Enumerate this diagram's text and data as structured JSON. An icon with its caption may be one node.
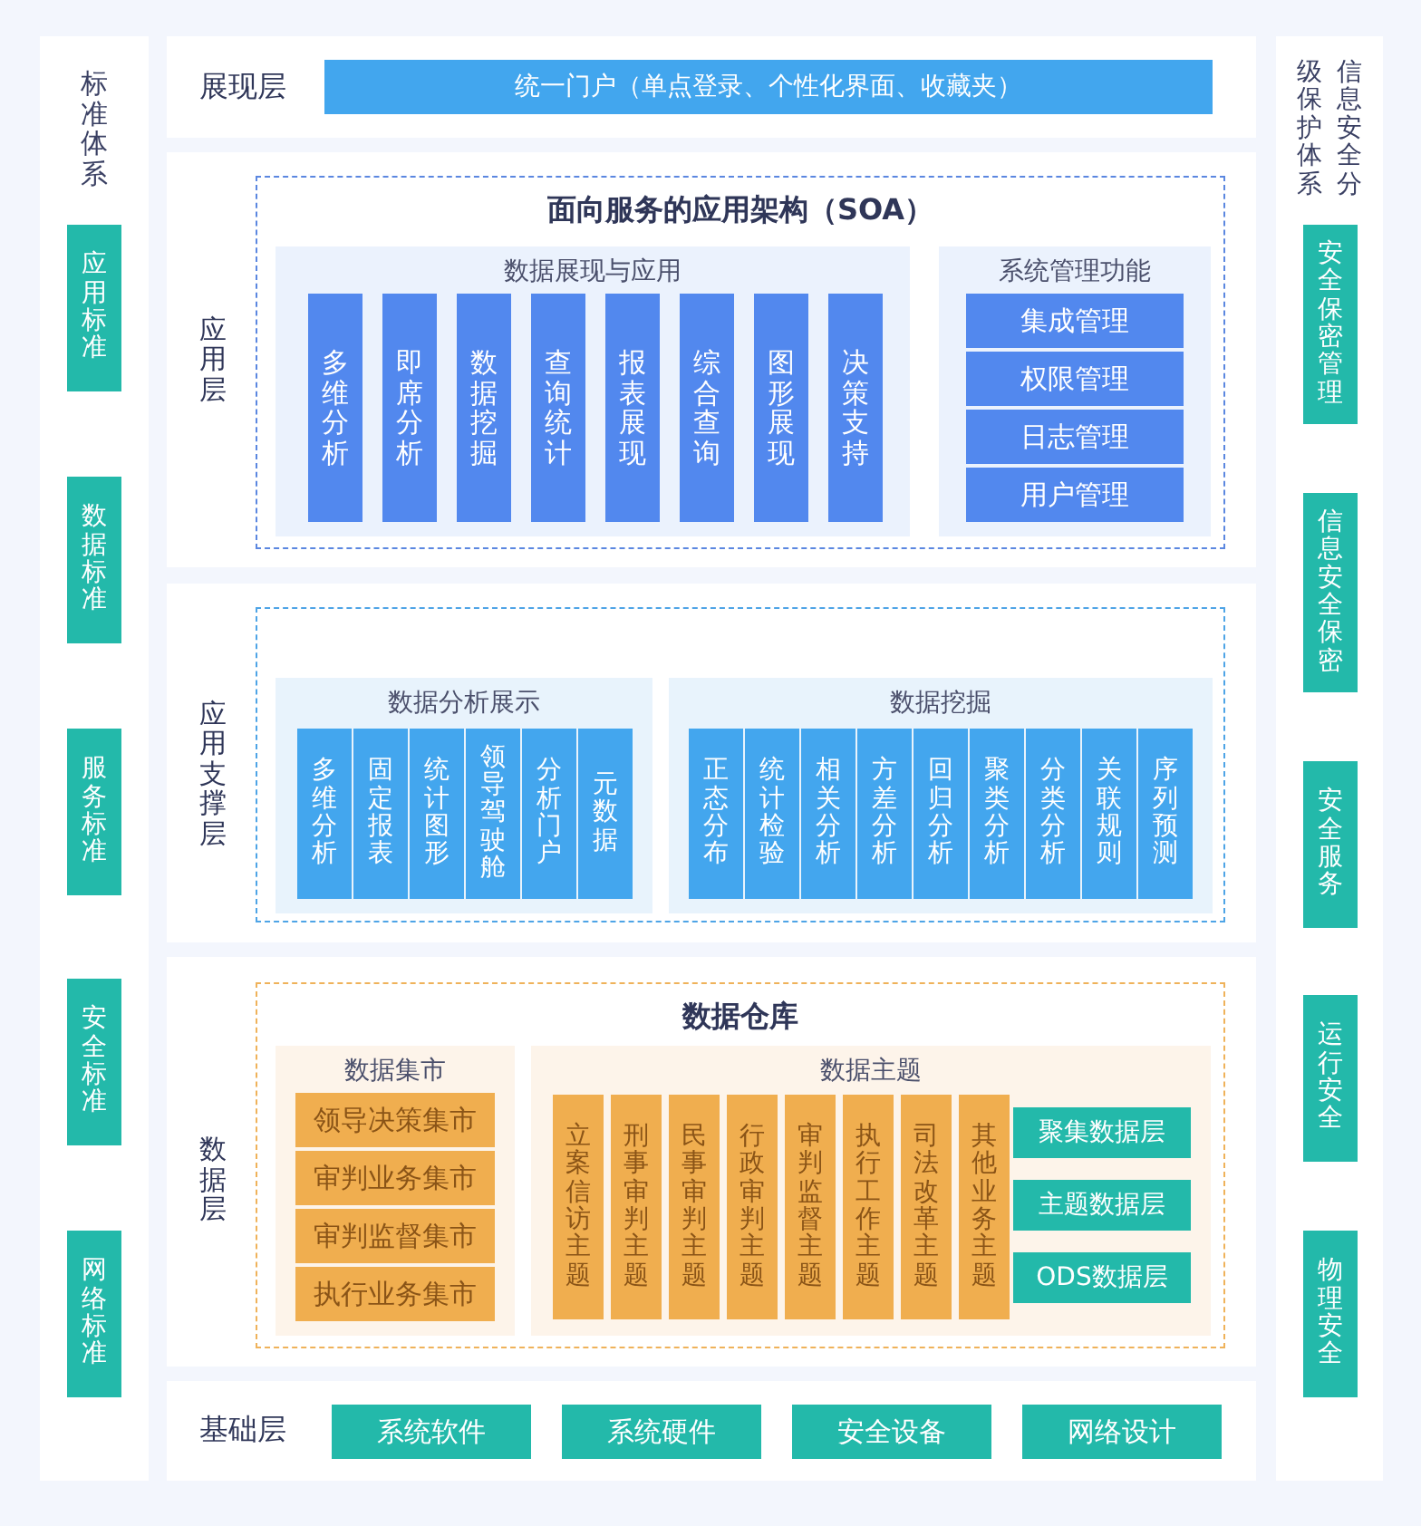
{
  "diagram": {
    "nodes": [
      {
        "text": [
          "标准体系"
        ]
      },
      {
        "text": [
          "应用标准"
        ],
        "in": 0
      },
      {
        "text": [
          "数据标准"
        ],
        "in": 0
      },
      {
        "text": [
          "服务标准"
        ],
        "in": 0
      },
      {
        "text": [
          "安全标准"
        ],
        "in": 0
      },
      {
        "text": [
          "网络标准"
        ],
        "in": 0
      },
      {
        "text": [
          "展现层"
        ]
      },
      {
        "text": [
          "统一门户（单点登录、个性化界面、收藏夹）"
        ],
        "in": 6
      },
      {
        "text": [
          "应用层"
        ]
      },
      {
        "text": [
          "面向服务的应用架构（SOA）"
        ],
        "in": 8
      },
      {
        "text": [
          "数据展现与应用"
        ],
        "in": 9
      },
      {
        "text": [
          "多维分析"
        ],
        "in": 10
      },
      {
        "text": [
          "即席分析"
        ],
        "in": 10
      },
      {
        "text": [
          "数据挖掘"
        ],
        "in": 10
      },
      {
        "text": [
          "查询统计"
        ],
        "in": 10
      },
      {
        "text": [
          "报表展现"
        ],
        "in": 10
      },
      {
        "text": [
          "综合查询"
        ],
        "in": 10
      },
      {
        "text": [
          "图形展现"
        ],
        "in": 10
      },
      {
        "text": [
          "决策支持"
        ],
        "in": 10
      },
      {
        "text": [
          "系统管理功能"
        ],
        "in": 9
      },
      {
        "text": [
          "集成管理"
        ],
        "in": 19
      },
      {
        "text": [
          "权限管理"
        ],
        "in": 19
      },
      {
        "text": [
          "日志管理"
        ],
        "in": 19
      },
      {
        "text": [
          "用户管理"
        ],
        "in": 19
      },
      {
        "text": [
          "应用支撑层"
        ]
      },
      {
        "text": [],
        "shape": "box",
        "in": 24
      },
      {
        "text": [
          "数据分析展示"
        ],
        "in": 25
      },
      {
        "text": [
          "多维分析"
        ],
        "in": 26
      },
      {
        "text": [
          "固定报表"
        ],
        "in": 26
      },
      {
        "text": [
          "统计图形"
        ],
        "in": 26
      },
      {
        "text": [
          "领导驾驶舱"
        ],
        "in": 26
      },
      {
        "text": [
          "分析门户"
        ],
        "in": 26
      },
      {
        "text": [
          "元数据"
        ],
        "in": 26
      },
      {
        "text": [
          "数据挖掘"
        ],
        "in": 25
      },
      {
        "text": [
          "正态分布"
        ],
        "in": 33
      },
      {
        "text": [
          "统计检验"
        ],
        "in": 33
      },
      {
        "text": [
          "相关分析"
        ],
        "in": 33
      },
      {
        "text": [
          "方差分析"
        ],
        "in": 33
      },
      {
        "text": [
          "回归分析"
        ],
        "in": 33
      },
      {
        "text": [
          "聚类分析"
        ],
        "in": 33
      },
      {
        "text": [
          "分类分析"
        ],
        "in": 33
      },
      {
        "text": [
          "关联规则"
        ],
        "in": 33
      },
      {
        "text": [
          "序列预测"
        ],
        "in": 33
      },
      {
        "text": [
          "数据层"
        ]
      },
      {
        "text": [
          "数据仓库"
        ],
        "in": 43
      },
      {
        "text": [
          "数据集市"
        ],
        "in": 44
      },
      {
        "text": [
          "领导决策集市"
        ],
        "in": 45
      },
      {
        "text": [
          "审判业务集市"
        ],
        "in": 45
      },
      {
        "text": [
          "审判监督集市"
        ],
        "in": 45
      },
      {
        "text": [
          "执行业务集市"
        ],
        "in": 45
      },
      {
        "text": [
          "数据主题"
        ],
        "in": 44
      },
      {
        "text": [
          "立案信访主题"
        ],
        "in": 50
      },
      {
        "text": [
          "刑事审判主题"
        ],
        "in": 50
      },
      {
        "text": [
          "民事审判主题"
        ],
        "in": 50
      },
      {
        "text": [
          "行政审判主题"
        ],
        "in": 50
      },
      {
        "text": [
          "审判监督主题"
        ],
        "in": 50
      },
      {
        "text": [
          "执行工作主题"
        ],
        "in": 50
      },
      {
        "text": [
          "司法改革主题"
        ],
        "in": 50
      },
      {
        "text": [
          "其他业务主题"
        ],
        "in": 50
      },
      {
        "text": [
          "聚集数据层"
        ],
        "in": 50
      },
      {
        "text": [
          "主题数据层"
        ],
        "in": 50
      },
      {
        "text": [
          "ODS数据层"
        ],
        "in": 50
      },
      {
        "text": [
          "基础层"
        ]
      },
      {
        "text": [
          "系统软件"
        ],
        "in": 62
      },
      {
        "text": [
          "系统硬件"
        ],
        "in": 62
      },
      {
        "text": [
          "安全设备"
        ],
        "in": 62
      },
      {
        "text": [
          "网络设计"
        ],
        "in": 62
      },
      {
        "text": [
          "信息安全分级保护体系"
        ]
      },
      {
        "text": [
          "安全保密管理"
        ],
        "in": 67
      },
      {
        "text": [
          "信息安全保密"
        ],
        "in": 67
      },
      {
        "text": [
          "安全服务"
        ],
        "in": 67
      },
      {
        "text": [
          "运行安全"
        ],
        "in": 67
      },
      {
        "text": [
          "物理安全"
        ],
        "in": 67
      }
    ]
  }
}
